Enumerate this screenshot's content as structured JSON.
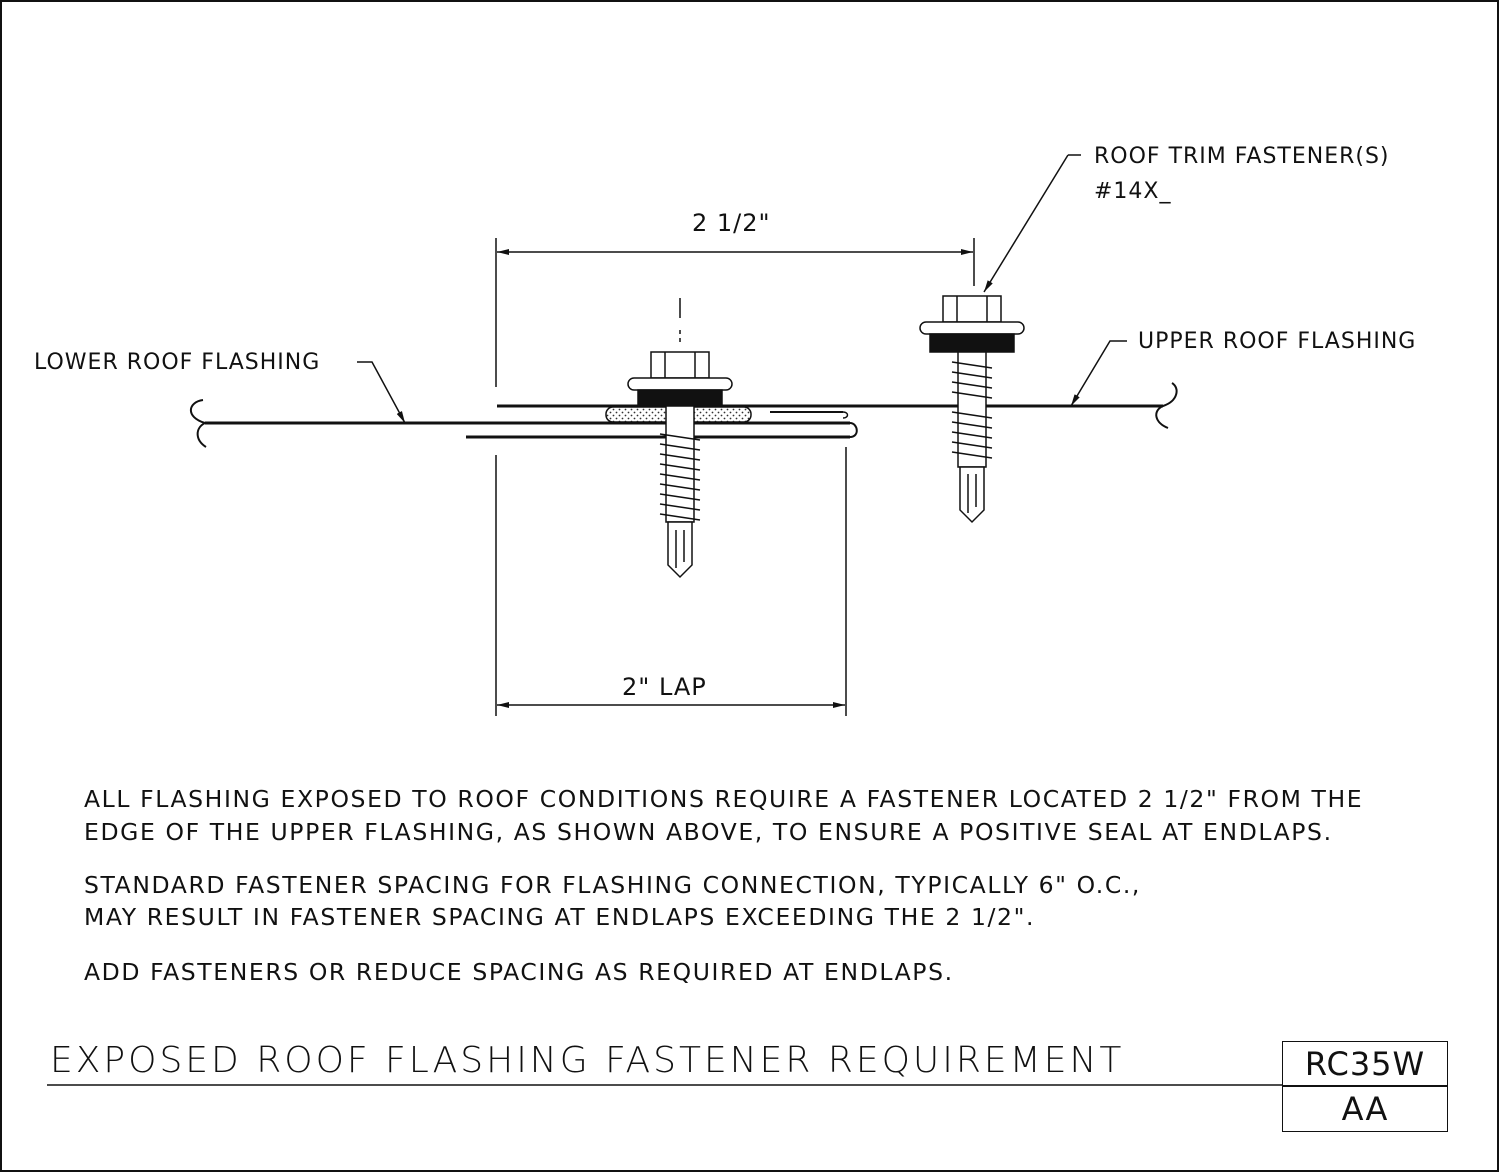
{
  "callouts": {
    "fastener_line1": "ROOF TRIM FASTENER(S)",
    "fastener_line2": "#14X_",
    "lower_flashing": "LOWER ROOF FLASHING",
    "upper_flashing": "UPPER ROOF FLASHING"
  },
  "dimensions": {
    "fastener_offset": "2 1/2\"",
    "lap": "2\" LAP"
  },
  "notes": {
    "note1_line1": "ALL FLASHING EXPOSED TO ROOF CONDITIONS REQUIRE A FASTENER LOCATED 2 1/2\" FROM THE",
    "note1_line2": "EDGE OF THE UPPER FLASHING, AS SHOWN ABOVE, TO ENSURE A POSITIVE SEAL AT ENDLAPS.",
    "note2_line1": "STANDARD FASTENER SPACING FOR FLASHING CONNECTION, TYPICALLY 6\" O.C.,",
    "note2_line2": "MAY RESULT IN FASTENER SPACING AT ENDLAPS EXCEEDING THE 2 1/2\".",
    "note3": "ADD  FASTENERS OR REDUCE SPACING AS REQUIRED AT ENDLAPS."
  },
  "title_block": {
    "title": "EXPOSED ROOF FLASHING FASTENER REQUIREMENT",
    "detail_number": "RC35W",
    "revision": "AA"
  }
}
